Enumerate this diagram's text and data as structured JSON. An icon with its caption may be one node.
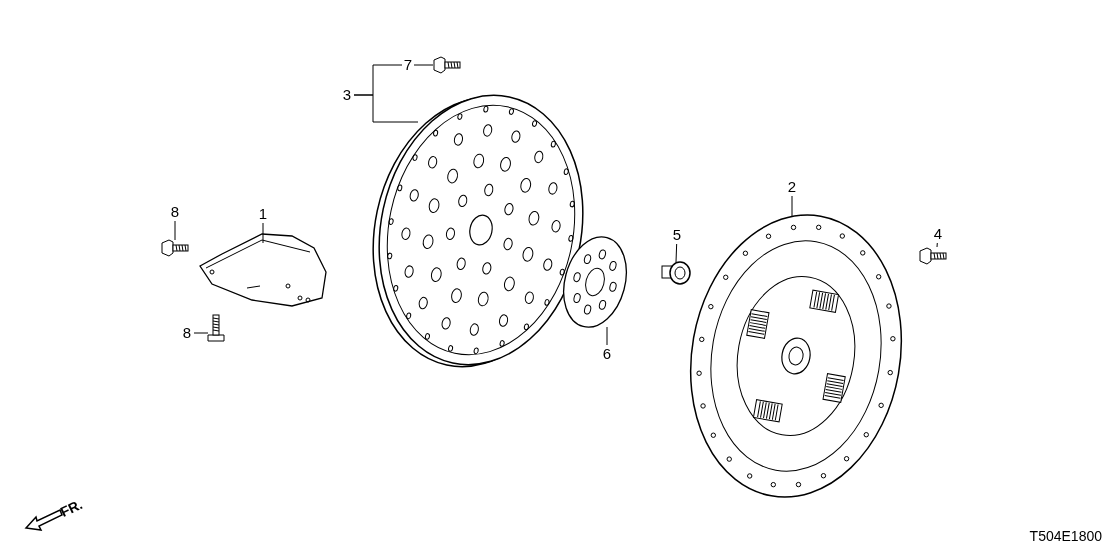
{
  "diagram": {
    "nodes": [
      {
        "text": [
          "3"
        ]
      },
      {
        "text": [
          "7"
        ]
      },
      {
        "text": [],
        "shape": "picture"
      },
      {
        "text": [],
        "shape": "picture"
      },
      {
        "text": [
          "8"
        ]
      },
      {
        "text": [],
        "shape": "picture"
      },
      {
        "text": [
          "1"
        ]
      },
      {
        "text": [],
        "shape": "picture"
      },
      {
        "text": [
          "8"
        ]
      },
      {
        "text": [],
        "shape": "picture"
      },
      {
        "text": [
          "6"
        ]
      },
      {
        "text": [],
        "shape": "picture"
      },
      {
        "text": [
          "5"
        ]
      },
      {
        "text": [],
        "shape": "picture"
      },
      {
        "text": [
          "2"
        ]
      },
      {
        "text": [],
        "shape": "picture"
      },
      {
        "text": [
          "4"
        ]
      },
      {
        "text": [],
        "shape": "picture"
      }
    ],
    "edges": [
      {
        "from": 0,
        "to": 3,
        "arrow": "none"
      },
      {
        "from": 0,
        "to": 1,
        "arrow": "none"
      },
      {
        "from": 1,
        "to": 2,
        "arrow": "none"
      },
      {
        "from": 4,
        "to": 5,
        "arrow": "none"
      },
      {
        "from": 6,
        "to": 7,
        "arrow": "none"
      },
      {
        "from": 8,
        "to": 9,
        "arrow": "none"
      },
      {
        "from": 10,
        "to": 11,
        "arrow": "none"
      },
      {
        "from": 12,
        "to": 13,
        "arrow": "none"
      },
      {
        "from": 14,
        "to": 15,
        "arrow": "none"
      },
      {
        "from": 16,
        "to": 17,
        "arrow": "none"
      }
    ],
    "labels": [
      "FR.",
      "T504E1800"
    ]
  }
}
